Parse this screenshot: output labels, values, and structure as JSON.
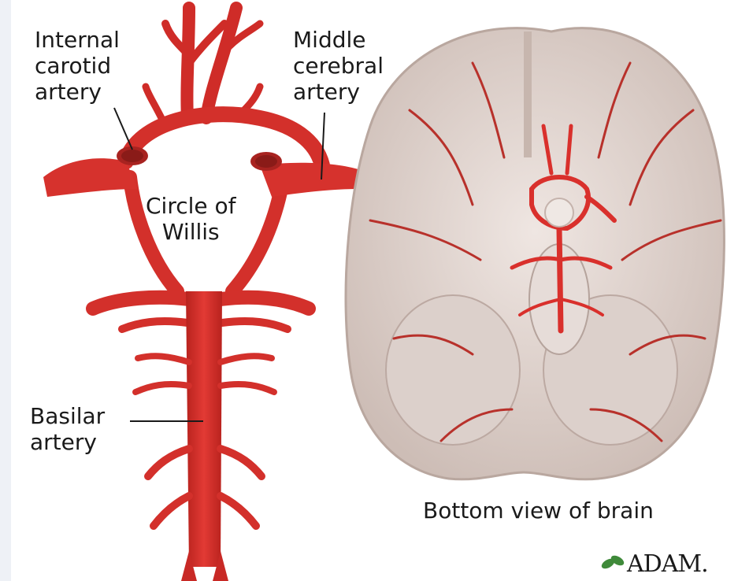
{
  "labels": {
    "internal_carotid": [
      "Internal",
      "carotid",
      "artery"
    ],
    "middle_cerebral": [
      "Middle",
      "cerebral",
      "artery"
    ],
    "circle_of_willis": [
      "Circle of",
      "Willis"
    ],
    "basilar": [
      "Basilar",
      "artery"
    ],
    "bottom_view": "Bottom view of brain"
  },
  "logo": {
    "text": "ADAM."
  },
  "colors": {
    "artery": "#d9302c",
    "artery_dark": "#a8201d",
    "brain": "#e7ddd8",
    "brain_shadow": "#c9b9b3",
    "vessel": "#b8312b"
  }
}
